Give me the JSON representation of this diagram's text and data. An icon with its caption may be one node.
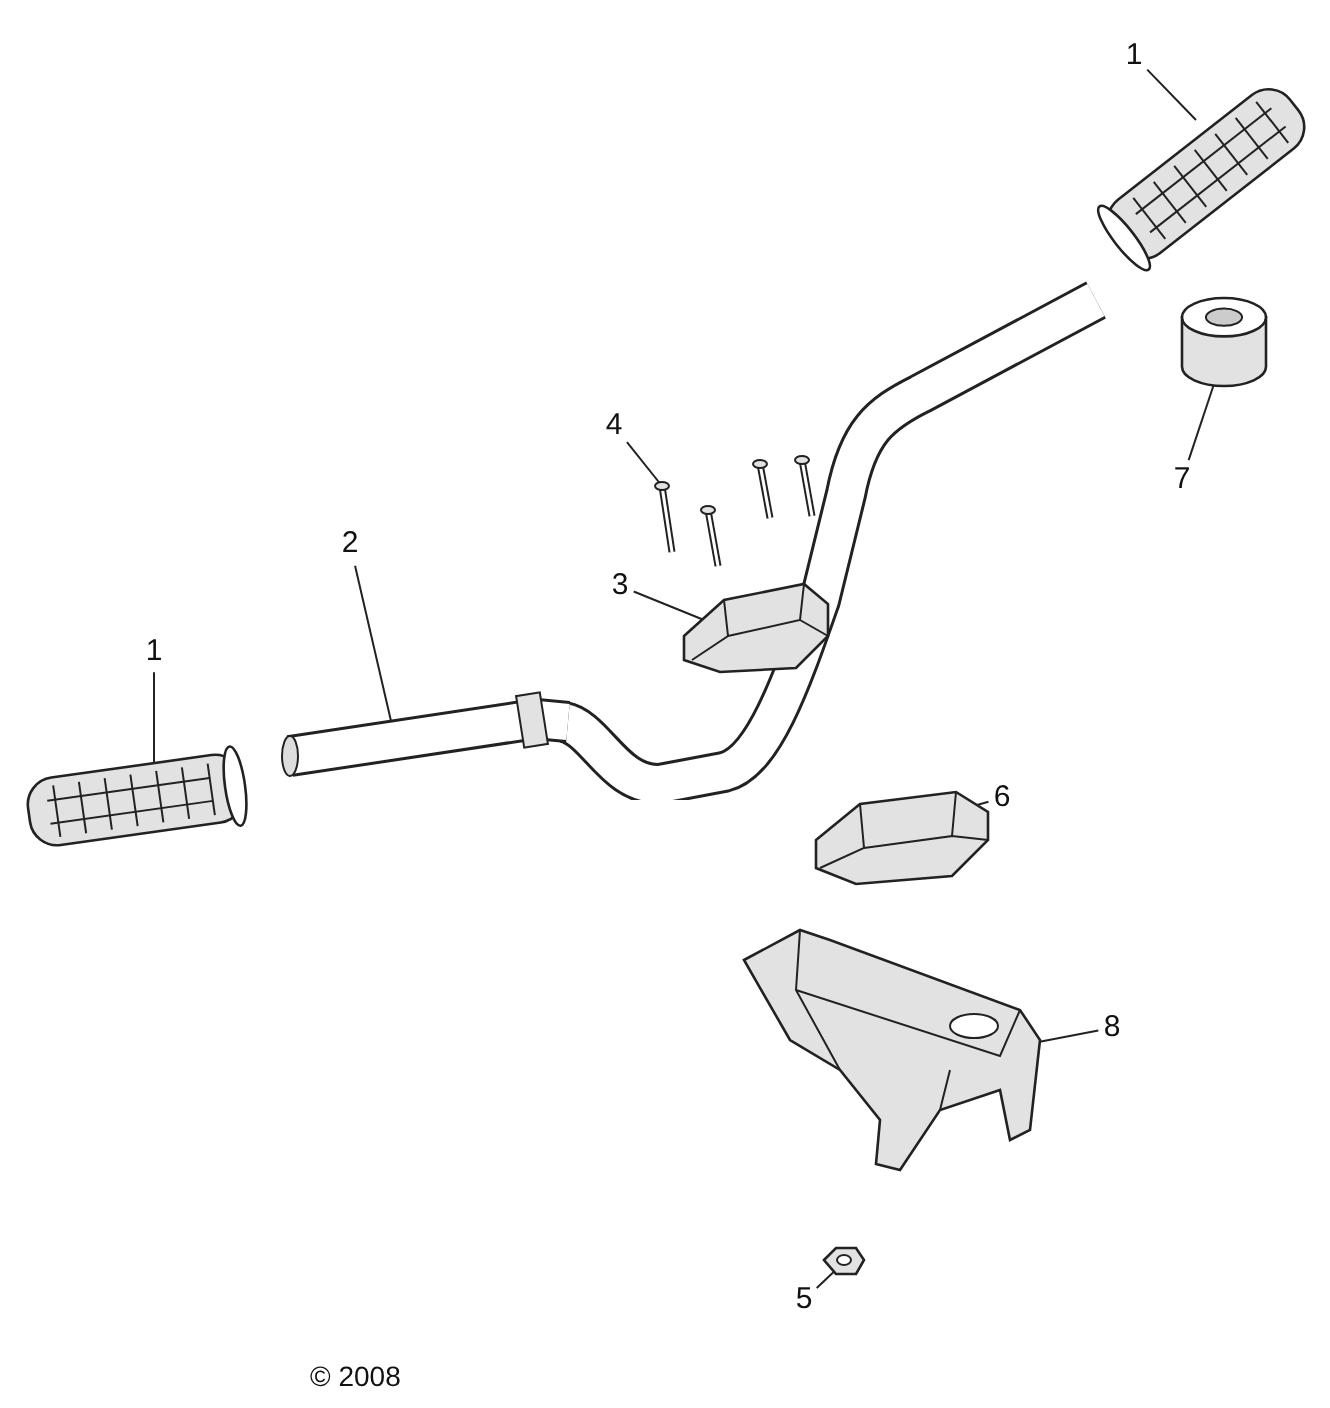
{
  "diagram": {
    "nodes": [
      {
        "text": [
          "1"
        ]
      },
      {
        "text": [],
        "shape": "picture"
      },
      {
        "text": [
          "4"
        ]
      },
      {
        "text": [],
        "shape": "picture"
      },
      {
        "text": [
          "7"
        ]
      },
      {
        "text": [],
        "shape": "cylinder"
      },
      {
        "text": [
          "2"
        ]
      },
      {
        "text": [],
        "shape": "picture"
      },
      {
        "text": [
          "1"
        ]
      },
      {
        "text": [],
        "shape": "picture"
      },
      {
        "text": [
          "3"
        ]
      },
      {
        "text": [],
        "shape": "picture"
      },
      {
        "text": [
          "6"
        ]
      },
      {
        "text": [],
        "shape": "picture"
      },
      {
        "text": [
          "8"
        ]
      },
      {
        "text": [],
        "shape": "picture"
      },
      {
        "text": [
          "5"
        ]
      },
      {
        "text": [],
        "shape": "picture"
      }
    ],
    "edges": [
      {
        "from": 0,
        "to": 1,
        "arrow": "none"
      },
      {
        "from": 2,
        "to": 3,
        "arrow": "none"
      },
      {
        "from": 4,
        "to": 5,
        "arrow": "none"
      },
      {
        "from": 6,
        "to": 7,
        "arrow": "none"
      },
      {
        "from": 8,
        "to": 9,
        "arrow": "none"
      },
      {
        "from": 10,
        "to": 11,
        "arrow": "none"
      },
      {
        "from": 12,
        "to": 13,
        "arrow": "none"
      },
      {
        "from": 14,
        "to": 15,
        "arrow": "none"
      },
      {
        "from": 16,
        "to": 17,
        "arrow": "none"
      }
    ],
    "labels": [
      "© 2008"
    ]
  }
}
